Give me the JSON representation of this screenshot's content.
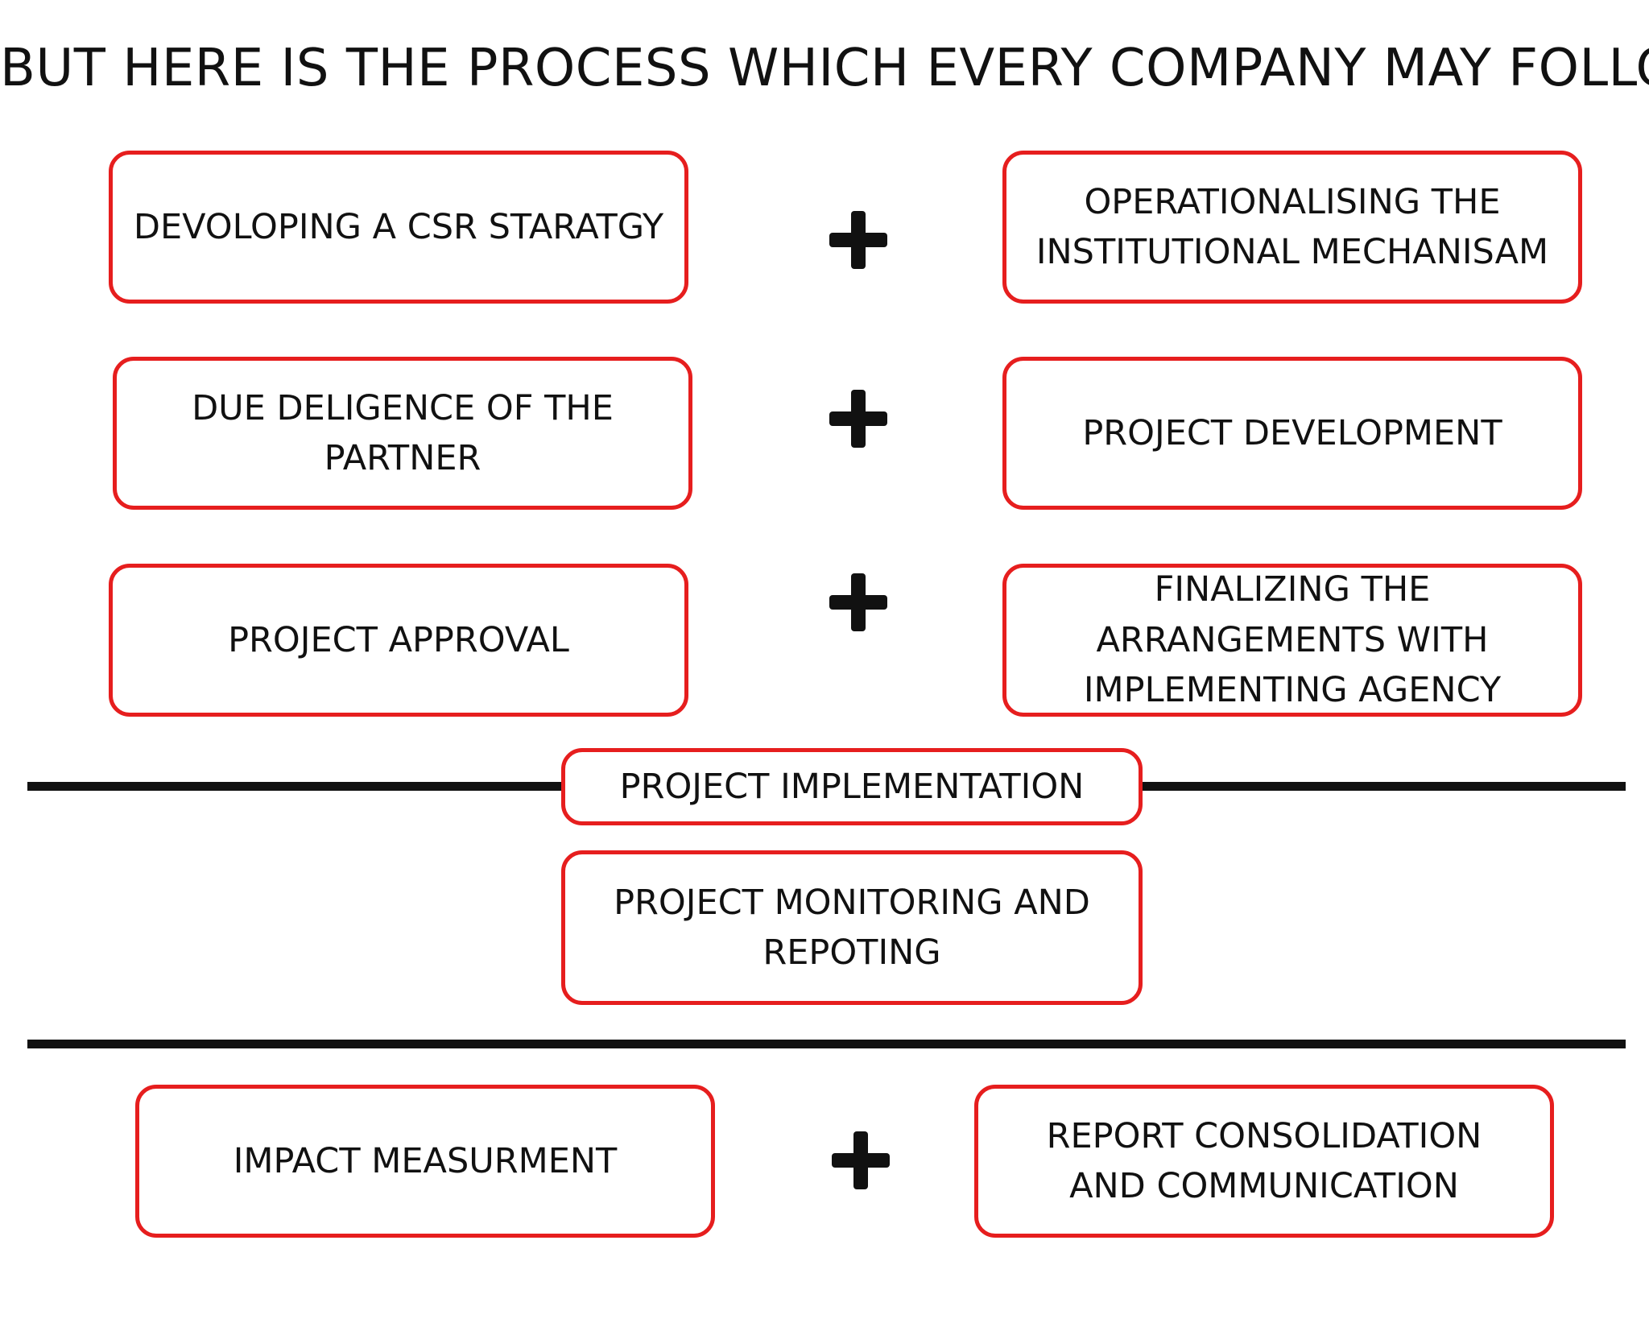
{
  "title": "BUT HERE IS THE PROCESS WHICH EVERY COMPANY MAY FOLLOW",
  "steps": {
    "strategy": "DEVOLOPING A CSR STARATGY",
    "operationalising": "OPERATIONALISING THE\nINSTITUTIONAL MECHANISAM",
    "due_diligence": "DUE  DELIGENCE OF THE\nPARTNER",
    "project_development": "PROJECT DEVELOPMENT",
    "project_approval": "PROJECT APPROVAL",
    "finalizing": "FINALIZING THE\nARRANGEMENTS WITH\nIMPLEMENTING AGENCY",
    "implementation": "PROJECT IMPLEMENTATION",
    "monitoring": "PROJECT MONITORING  AND\nREPOTING",
    "impact": "IMPACT MEASURMENT",
    "report": "REPORT CONSOLIDATION\nAND COMMUNICATION"
  },
  "colors": {
    "box_border": "#e61e1e",
    "text": "#111111",
    "connector": "#111111"
  },
  "icons": {
    "connector": "plus-icon"
  }
}
